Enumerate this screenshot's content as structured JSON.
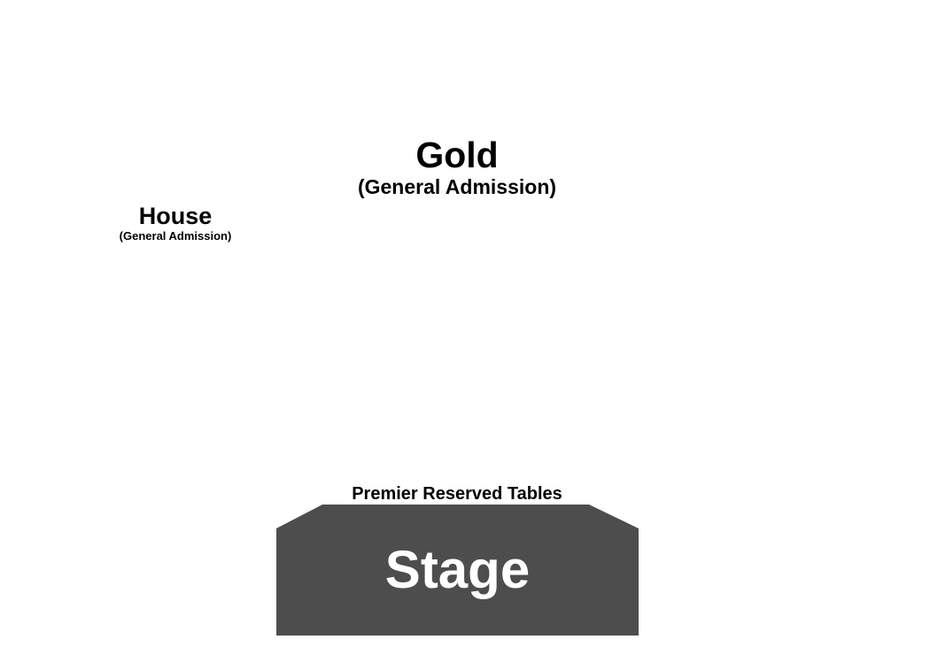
{
  "sections": {
    "gold": {
      "name": "Gold",
      "subtitle": "(General Admission)"
    },
    "house": {
      "name": "House",
      "subtitle": "(General Admission)"
    },
    "premier": {
      "name": "Premier Reserved Tables"
    }
  },
  "stage": {
    "label": "Stage",
    "fill_color": "#4d4d4d",
    "text_color": "#ffffff"
  },
  "background_color": "#ffffff"
}
